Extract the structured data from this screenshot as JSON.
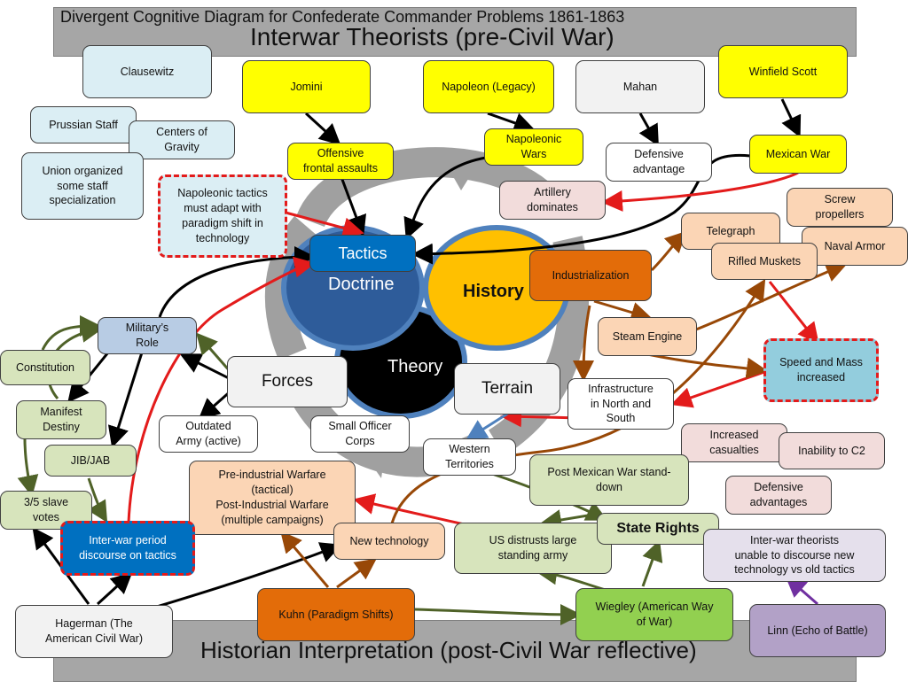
{
  "header": {
    "title": "Divergent Cognitive Diagram for Confederate Commander Problems 1861-1863",
    "subtitle": "Interwar Theorists (pre-Civil War)"
  },
  "footer": {
    "title": "Historian Interpretation (post-Civil War reflective)"
  },
  "center": {
    "tactics": "Tactics",
    "doctrine": "Doctrine",
    "history": "History",
    "theory": "Theory",
    "forces": "Forces",
    "terrain": "Terrain"
  },
  "nodes": {
    "clausewitz": "Clausewitz",
    "jomini": "Jomini",
    "napoleon_legacy": "Napoleon (Legacy)",
    "mahan": "Mahan",
    "winfield_scott": "Winfield Scott",
    "prussian_staff": "Prussian Staff",
    "centers_of_gravity": "Centers of\nGravity",
    "union_staff": "Union organized\nsome staff\nspecialization",
    "offensive_frontal": "Offensive\nfrontal assaults",
    "napoleonic_wars": "Napoleonic\nWars",
    "defensive_advantage": "Defensive\nadvantage",
    "mexican_war": "Mexican War",
    "napoleonic_tactics": "Napoleonic tactics\nmust adapt with\nparadigm shift in\ntechnology",
    "artillery_dominates": "Artillery\ndominates",
    "screw_propellers": "Screw\npropellers",
    "telegraph": "Telegraph",
    "naval_armor": "Naval Armor",
    "rifled_muskets": "Rifled Muskets",
    "industrialization": "Industrialization",
    "steam_engine": "Steam Engine",
    "speed_mass": "Speed and Mass\nincreased",
    "military_role": "Military’s\nRole",
    "constitution": "Constitution",
    "manifest_destiny": "Manifest\nDestiny",
    "jib_jab": "JIB/JAB",
    "slave_votes": "3/5 slave\nvotes",
    "outdated_army": "Outdated\nArmy (active)",
    "small_officer": "Small Officer\nCorps",
    "infrastructure": "Infrastructure\nin North and\nSouth",
    "western_territories": "Western\nTerritories",
    "increased_casualties": "Increased\ncasualties",
    "inability_c2": "Inability to C2",
    "post_mexican": "Post Mexican War stand-\ndown",
    "defensive_advantages": "Defensive\nadvantages",
    "preindustrial": "Pre-industrial Warfare\n(tactical)\nPost-Industrial Warfare\n(multiple campaigns)",
    "interwar_discourse": "Inter-war period\ndiscourse on tactics",
    "new_technology": "New technology",
    "us_distrusts": "US distrusts large\nstanding army",
    "state_rights": "State Rights",
    "interwar_theorists": "Inter-war theorists\nunable to discourse new\ntechnology vs old tactics",
    "hagerman": "Hagerman (The\nAmerican Civil War)",
    "kuhn": "Kuhn (Paradigm Shifts)",
    "wiegley": "Wiegley (American Way\nof War)",
    "linn": "Linn (Echo of Battle)"
  },
  "colors": {
    "black_arrow": "#000000",
    "red_arrow": "#e31b1b",
    "brown_arrow": "#984807",
    "green_arrow": "#4f6228",
    "purple_arrow": "#7030a0",
    "blue_arrow": "#4f81bd"
  }
}
